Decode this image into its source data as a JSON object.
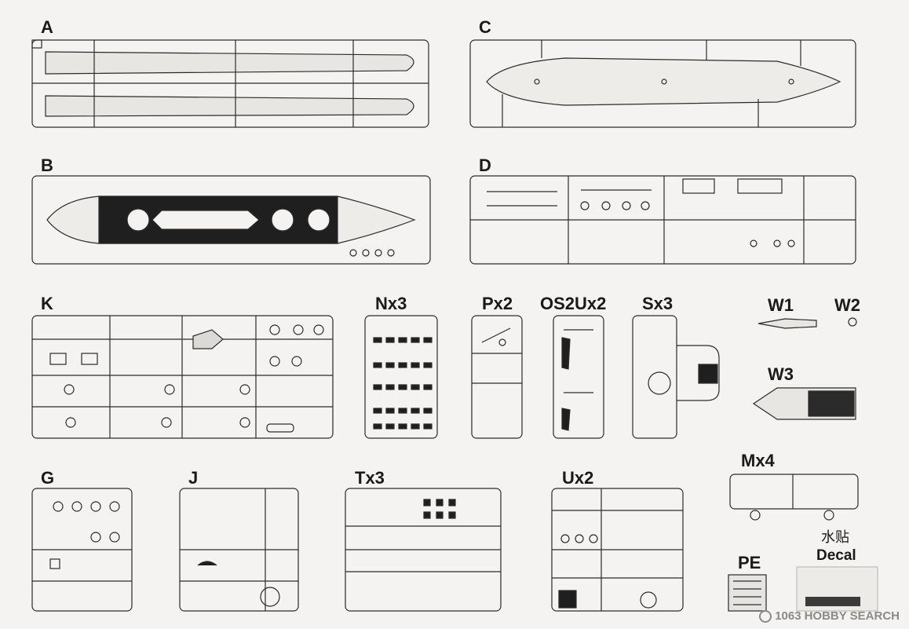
{
  "labels": {
    "A": "A",
    "C": "C",
    "B": "B",
    "D": "D",
    "K": "K",
    "N": "Nx3",
    "P": "Px2",
    "OS2U": "OS2Ux2",
    "S": "Sx3",
    "W1": "W1",
    "W2": "W2",
    "W3": "W3",
    "G": "G",
    "J": "J",
    "T": "Tx3",
    "U": "Ux2",
    "M": "Mx4",
    "PE": "PE",
    "decal_cn": "水贴",
    "decal_en": "Decal"
  },
  "watermark": {
    "brand": "1063",
    "text": "HOBBY SEARCH"
  },
  "colors": {
    "line": "#2b2b2b",
    "deck": "#1f1f1f",
    "background": "#f4f3f1"
  }
}
